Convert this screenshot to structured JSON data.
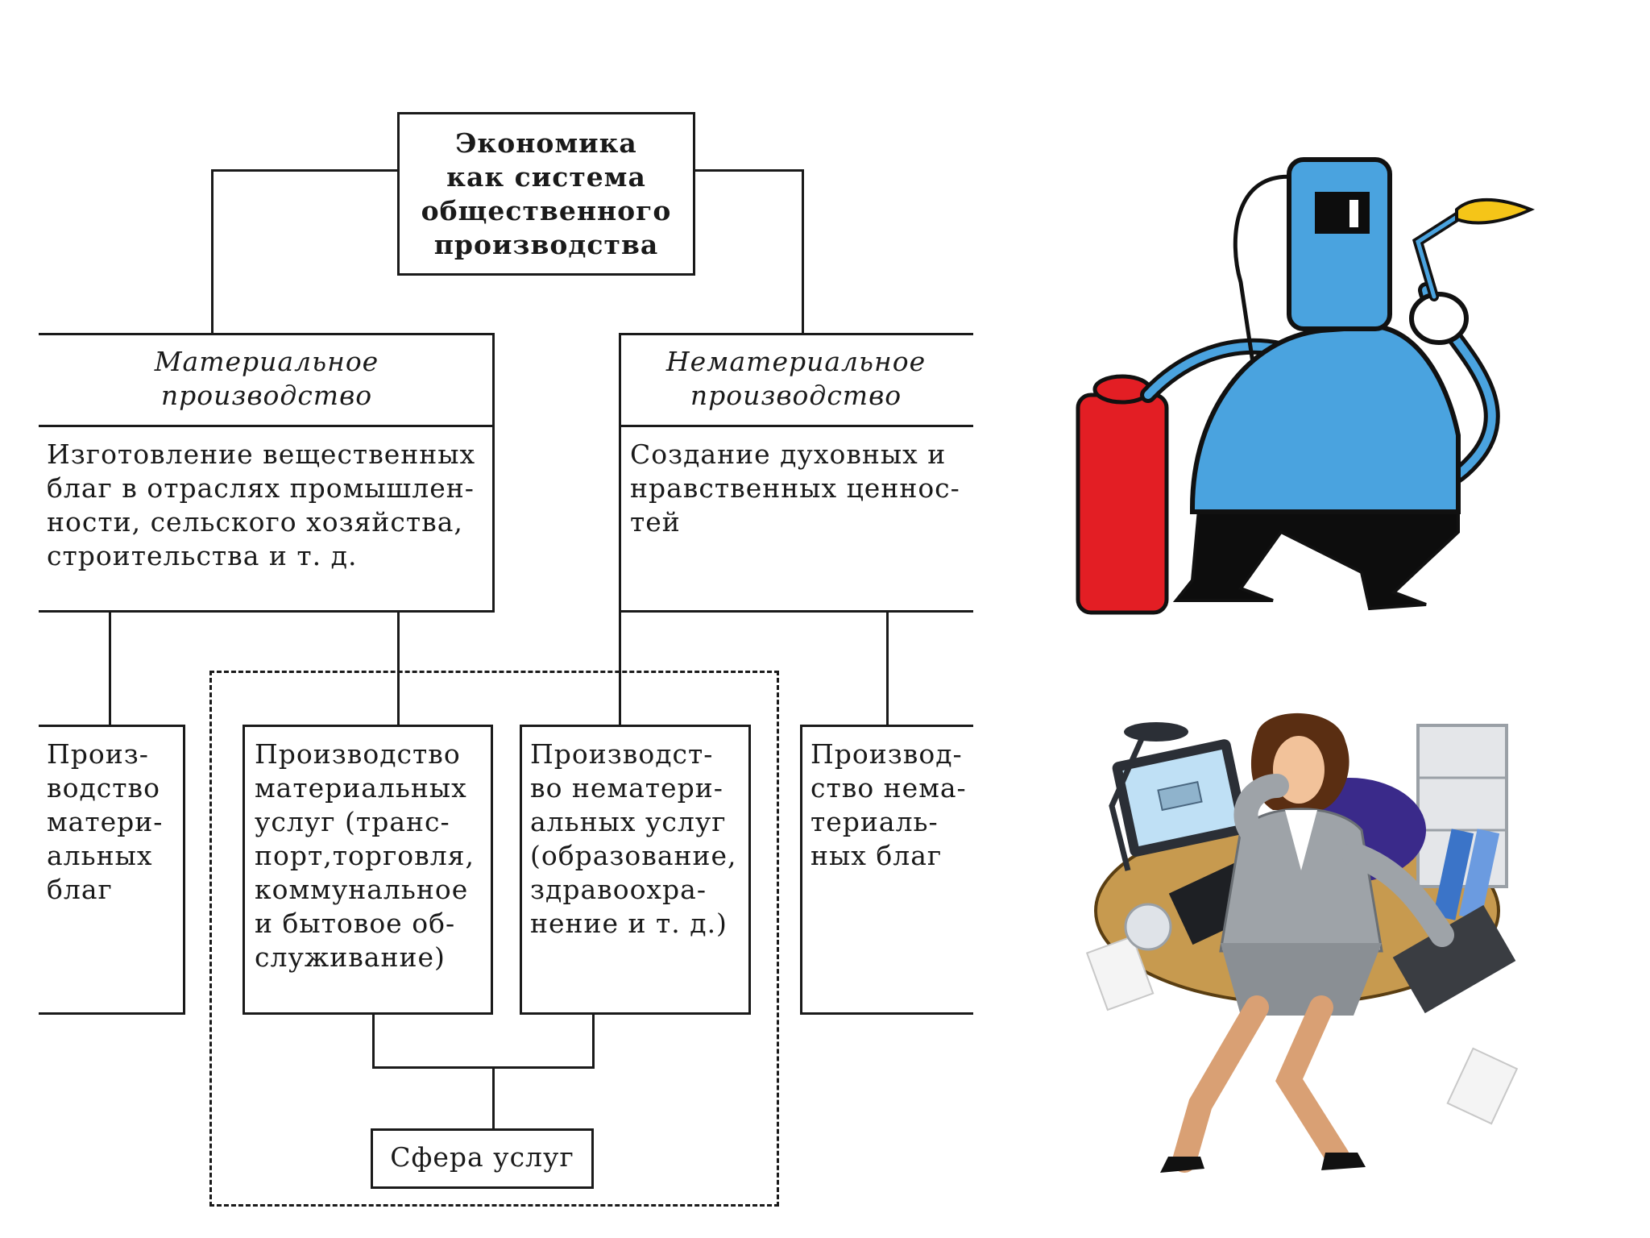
{
  "diagram": {
    "root": "Экономика\nкак система\nобщественного\nпроизводства",
    "material": {
      "title": "Материальное\nпроизводство",
      "description": "Изготовление вещественных\nблаг в отраслях промышлен-\nности, сельского хозяйства,\nстроительства и т. д."
    },
    "nonmaterial": {
      "title": "Нематериальное\nпроизводство",
      "description": "Создание духовных и\nнравственных ценнос-\nтей"
    },
    "leaves": {
      "material_goods": "Произ-\nводство\nматери-\nальных\nблаг",
      "material_services": "Производство\nматериальных\nуслуг (транс-\nпорт,торговля,\nкоммунальное\nи бытовое об-\nслуживание)",
      "nonmaterial_services": "Производст-\nво нематери-\nальных услуг\n(образование,\nздравоохра-\nнение и т. д.)",
      "nonmaterial_goods": "Производ-\nство нема-\nтериаль-\nных благ"
    },
    "services_sector": "Сфера услуг"
  },
  "illustrations": {
    "top": "welder-icon",
    "bottom": "office-worker-icon"
  },
  "colors": {
    "line": "#1a1a1a",
    "welder_body": "#4aa3df",
    "welder_tank": "#e31e24",
    "welder_flame": "#f5c518",
    "welder_pants": "#0d0d0d"
  }
}
